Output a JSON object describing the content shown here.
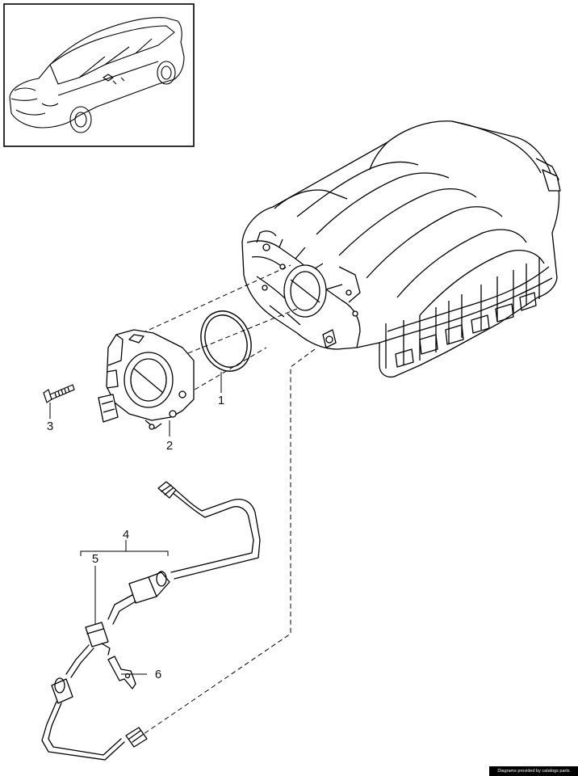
{
  "diagram": {
    "thumbnail_alt": "Porsche Panamera vehicle thumbnail",
    "callouts": [
      "1",
      "2",
      "3",
      "4",
      "5",
      "6"
    ],
    "credit": "Diagrams provided by catalogs parts"
  }
}
